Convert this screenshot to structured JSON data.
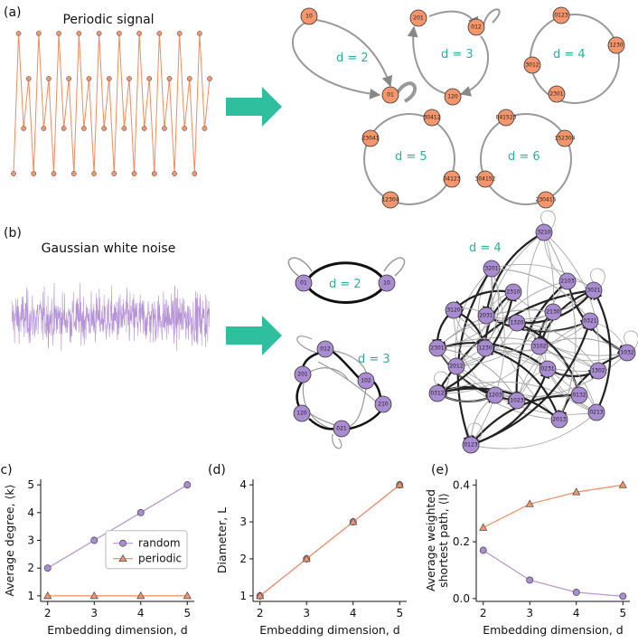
{
  "colors": {
    "periodic": "#f4956b",
    "random": "#a98cd1",
    "line_periodic": "#f08c5e",
    "line_random": "#b591d6",
    "arrow": "#2fbf9f",
    "label_teal": "#26b39a"
  },
  "panel_a": {
    "label": "(a)",
    "title": "Periodic signal",
    "graphs": [
      {
        "label": "d = 2",
        "nodes": [
          "10",
          "01"
        ]
      },
      {
        "label": "d = 3",
        "nodes": [
          "201",
          "012",
          "120"
        ]
      },
      {
        "label": "d = 4",
        "nodes": [
          "0123",
          "1230",
          "2301",
          "3012"
        ]
      },
      {
        "label": "d = 5",
        "nodes": [
          "30412",
          "04123",
          "12304",
          "23041"
        ]
      },
      {
        "label": "d = 6",
        "nodes": [
          "041523",
          "152304",
          "230415",
          "304152"
        ]
      }
    ]
  },
  "panel_b": {
    "label": "(b)",
    "title": "Gaussian white noise",
    "graphs": [
      {
        "label": "d = 2",
        "nodes": [
          "01",
          "10"
        ]
      },
      {
        "label": "d = 3",
        "nodes": [
          "012",
          "102",
          "201",
          "210",
          "120",
          "021"
        ]
      },
      {
        "label": "d = 4",
        "nodes": [
          "3210",
          "3201",
          "2310",
          "2103",
          "3021",
          "3120",
          "2031",
          "2130",
          "0321",
          "1320",
          "1032",
          "2301",
          "1230",
          "3102",
          "0231",
          "2012",
          "1302",
          "0312",
          "1203",
          "1023",
          "0132",
          "0213",
          "2013",
          "0123"
        ]
      }
    ]
  },
  "chart_data": [
    {
      "panel_label": "(c)",
      "type": "line",
      "x": [
        2,
        3,
        4,
        5
      ],
      "series": [
        {
          "name": "random",
          "marker": "circle",
          "values": [
            2,
            3,
            4,
            5
          ]
        },
        {
          "name": "periodic",
          "marker": "triangle",
          "values": [
            1,
            1,
            1,
            1
          ]
        }
      ],
      "xlabel": "Embedding dimension, d",
      "ylabel": "Average degree, ⟨k⟩",
      "xlim": [
        1.85,
        5.15
      ],
      "ylim": [
        0.8,
        5.2
      ],
      "xticks": [
        2,
        3,
        4,
        5
      ],
      "yticks": [
        1,
        2,
        3,
        4,
        5
      ],
      "legend": "center-right"
    },
    {
      "panel_label": "(d)",
      "type": "line",
      "x": [
        2,
        3,
        4,
        5
      ],
      "series": [
        {
          "name": "random",
          "marker": "circle",
          "values": [
            1,
            2,
            3,
            4
          ]
        },
        {
          "name": "periodic",
          "marker": "triangle",
          "values": [
            1,
            2,
            3,
            4
          ]
        }
      ],
      "xlabel": "Embedding dimension, d",
      "ylabel": "Diameter, L",
      "xlim": [
        1.85,
        5.15
      ],
      "ylim": [
        0.85,
        4.15
      ],
      "xticks": [
        2,
        3,
        4,
        5
      ],
      "yticks": [
        1,
        2,
        3,
        4
      ]
    },
    {
      "panel_label": "(e)",
      "type": "line",
      "x": [
        2,
        3,
        4,
        5
      ],
      "series": [
        {
          "name": "random",
          "marker": "circle",
          "values": [
            0.17,
            0.065,
            0.022,
            0.008
          ]
        },
        {
          "name": "periodic",
          "marker": "triangle",
          "values": [
            0.25,
            0.333,
            0.375,
            0.4
          ]
        }
      ],
      "xlabel": "Embedding dimension, d",
      "ylabel": "Average weighted shortest path, ⟨l⟩",
      "xlim": [
        1.85,
        5.15
      ],
      "ylim": [
        -0.01,
        0.42
      ],
      "xticks": [
        2,
        3,
        4,
        5
      ],
      "yticks": [
        0.0,
        0.2,
        0.4
      ]
    }
  ]
}
